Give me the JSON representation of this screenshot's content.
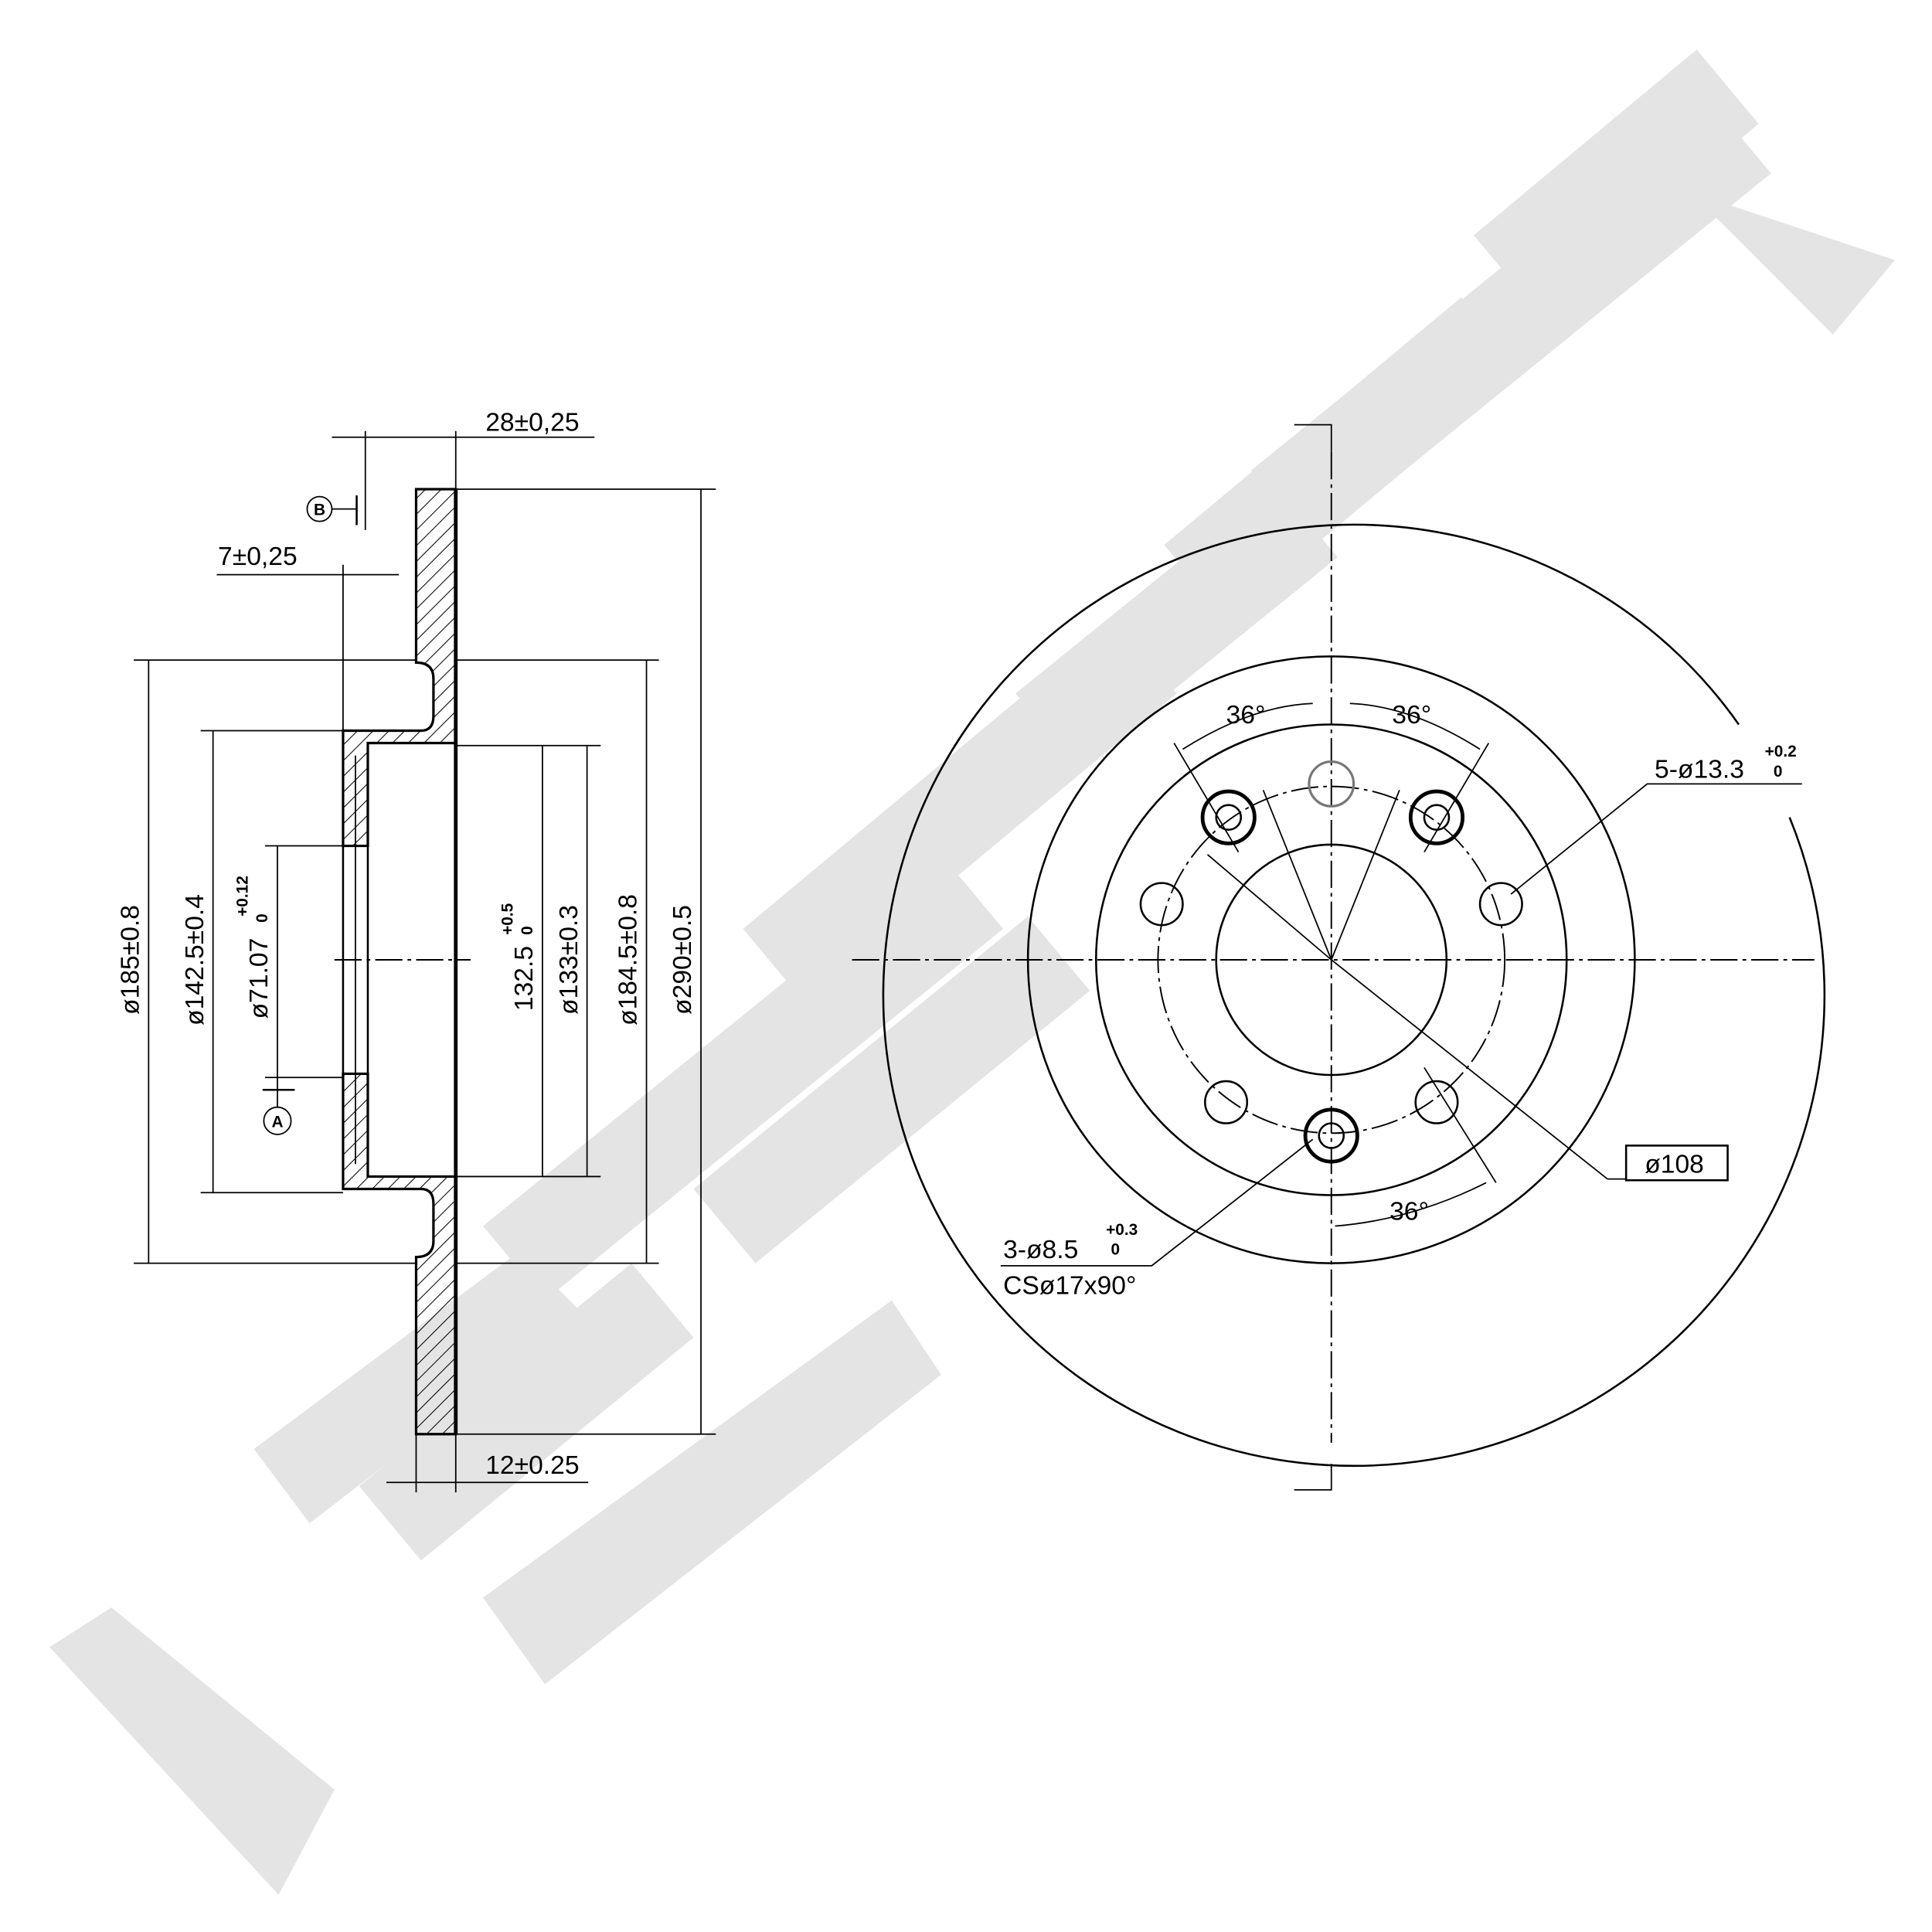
{
  "watermark": "ZENNEK",
  "section_view": {
    "overall_height": "28±0,25",
    "hub_offset": "7±0,25",
    "disc_thickness": "12±0.25",
    "d185": "ø185±0.8",
    "d142": "ø142.5±0.4",
    "d71": "ø71.07",
    "d71_tol_upper": "+0.12",
    "d71_tol_lower": "0",
    "d132": "132.5",
    "d132_tol_upper": "+0.5",
    "d132_tol_lower": "0",
    "d133": "ø133±0.3",
    "d184": "ø184.5±0.8",
    "d290": "ø290±0.5",
    "datum_a": "A",
    "datum_b": "B"
  },
  "front_view": {
    "angle_left": "36°",
    "angle_right": "36°",
    "angle_bottom": "36°",
    "bolt_holes": "5-ø13.3",
    "bolt_holes_tol_upper": "+0.2",
    "bolt_holes_tol_lower": "0",
    "pcd": "ø108",
    "screw_holes": "3-ø8.5",
    "screw_holes_tol_upper": "+0.3",
    "screw_holes_tol_lower": "0",
    "countersink": "CSø17x90°"
  }
}
